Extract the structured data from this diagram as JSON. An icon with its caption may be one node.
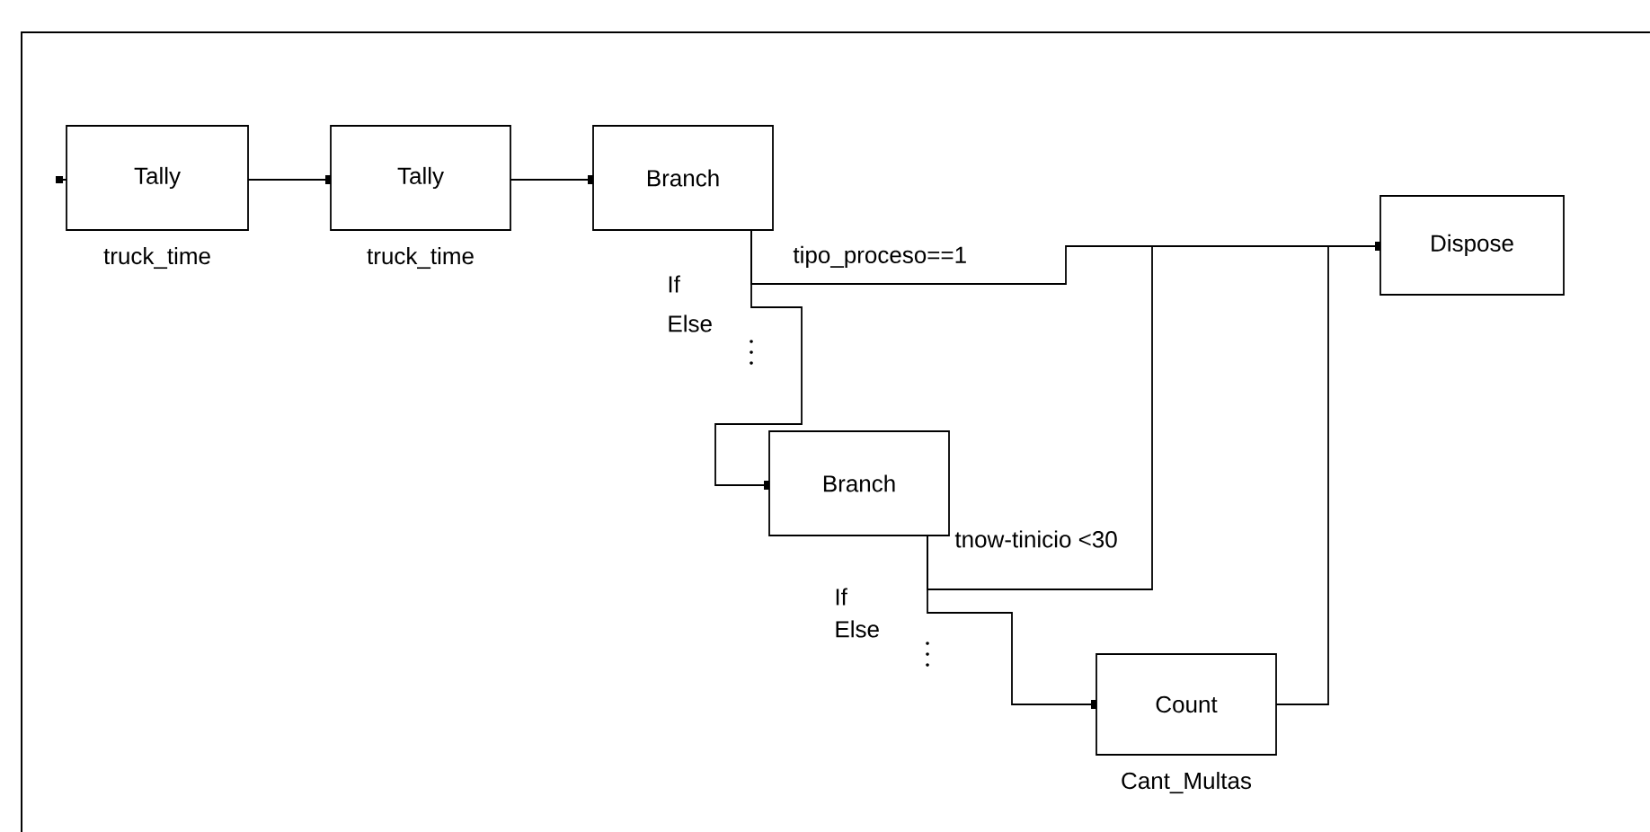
{
  "diagram": {
    "nodes": [
      {
        "text": [
          "Tally"
        ],
        "beside": [
          "truck_time"
        ]
      },
      {
        "text": [
          "Tally"
        ],
        "beside": [
          "truck_time"
        ]
      },
      {
        "text": [
          "Branch"
        ]
      },
      {
        "text": [
          "Branch"
        ]
      },
      {
        "text": [
          "Dispose"
        ]
      },
      {
        "text": [
          "Count"
        ],
        "beside": [
          "Cant_Multas"
        ]
      }
    ],
    "edges": [
      {
        "from": 0,
        "to": 1,
        "arrow": "other"
      },
      {
        "from": 1,
        "to": 2,
        "arrow": "other"
      },
      {
        "from": 2,
        "to": 4,
        "arrow": "other",
        "label": "tipo_proceso==1"
      },
      {
        "from": 2,
        "to": 3,
        "arrow": "other"
      },
      {
        "from": 3,
        "to": 4,
        "arrow": "other",
        "label": "tnow-tinicio <30"
      },
      {
        "from": 3,
        "to": 5,
        "arrow": "other"
      },
      {
        "from": 5,
        "to": 4,
        "arrow": "other"
      }
    ],
    "labels": [
      "If",
      "Else",
      "If",
      "Else"
    ]
  }
}
